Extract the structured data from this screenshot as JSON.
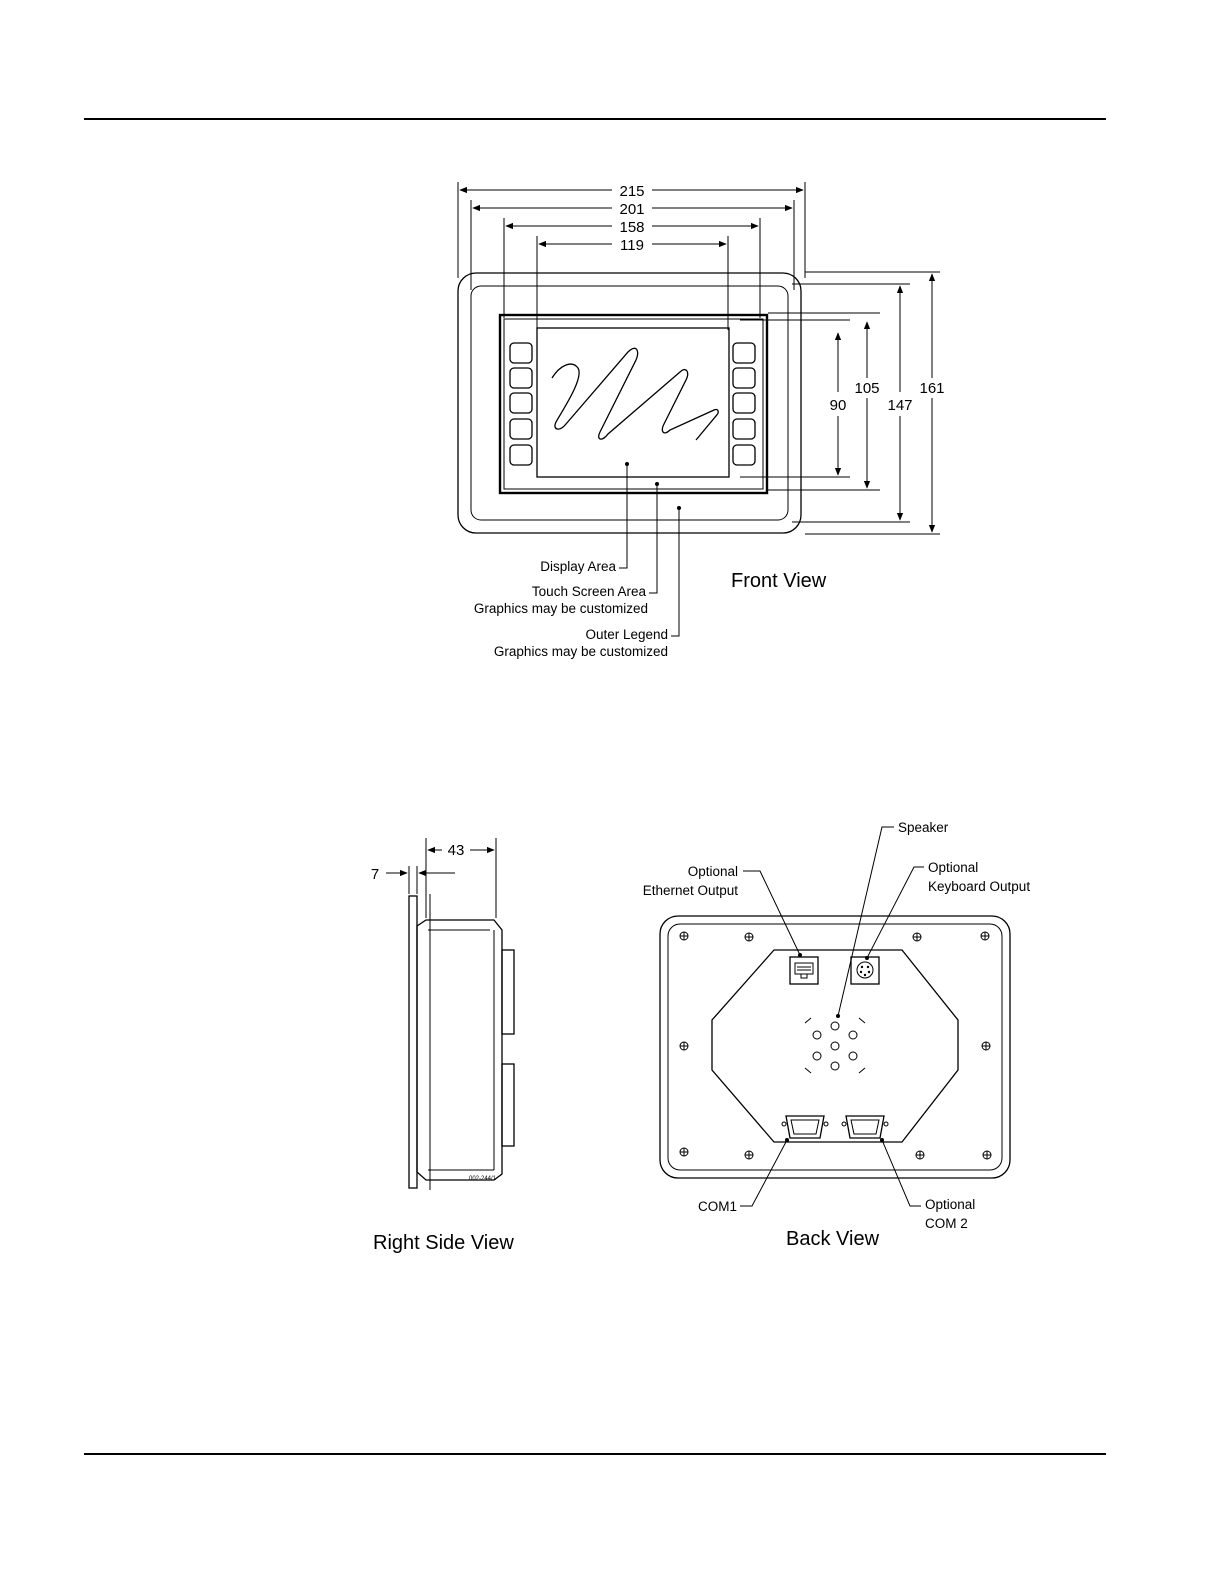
{
  "front_view": {
    "title": "Front View",
    "dimensions": {
      "overall_width": "215",
      "bezel_width": "201",
      "touch_width": "158",
      "display_width": "119",
      "display_height": "90",
      "touch_height": "105",
      "bezel_height": "147",
      "overall_height": "161"
    },
    "callouts": {
      "display_area": "Display Area",
      "touch_screen_area": "Touch Screen Area",
      "touch_note": "Graphics may be customized",
      "outer_legend": "Outer Legend",
      "legend_note": "Graphics may be customized"
    }
  },
  "side_view": {
    "title": "Right Side View",
    "dimensions": {
      "depth": "43",
      "flange": "7"
    },
    "part_number": "002-244/1"
  },
  "back_view": {
    "title": "Back View",
    "callouts": {
      "speaker": "Speaker",
      "ethernet_line1": "Optional",
      "ethernet_line2": "Ethernet Output",
      "keyboard_line1": "Optional",
      "keyboard_line2": "Keyboard Output",
      "com1": "COM1",
      "com2_line1": "Optional",
      "com2_line2": "COM 2"
    }
  }
}
